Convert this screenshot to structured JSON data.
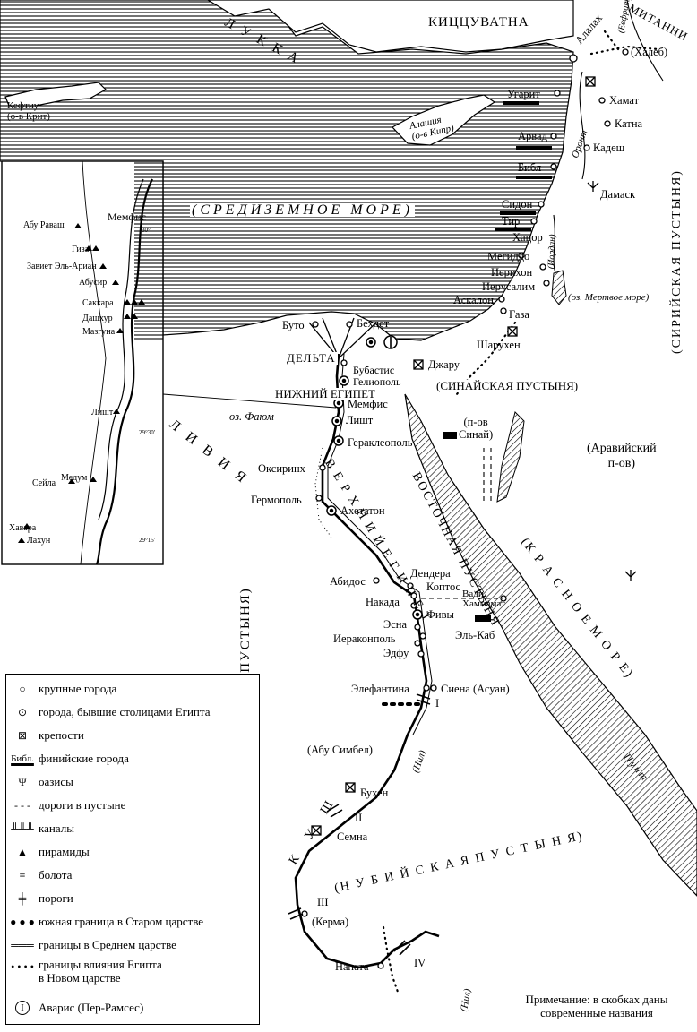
{
  "regions": {
    "lukka": "Л У К К А",
    "kizzuwatna": "КИЦЦУВАТНА",
    "mitanni": "МИТАННИ",
    "kefti": "Кефтиу\n(о-в Крит)",
    "alashia": "Алашия\n(о-в Кипр)",
    "sea_med": "(СРЕДИЗЕМНОЕ МОРЕ)",
    "delta": "ДЕЛЬТА",
    "lower_egypt": "НИЖНИЙ ЕГИПЕТ",
    "upper_egypt": "В Е Р Х Н И Й   Е Г И П Е Т",
    "libya": "Л И В И Я",
    "libyan_desert": "(ЛИВИЙСКАЯ ПУСТЫНЯ)",
    "sinai_desert": "(СИНАЙСКАЯ ПУСТЫНЯ)",
    "sinai_pen": "(п-ов\nСинай)",
    "arabian_pen": "(Аравийский\nп-ов)",
    "eastern_desert": "ВОСТОЧНАЯ ПУСТЫНЯ",
    "red_sea": "(К Р А С Н О Е   М О Р Е)",
    "syrian_desert": "(СИРИЙСКАЯ ПУСТЫНЯ)",
    "nubian_desert": "(Н У Б И Й С К А Я   П У С Т Ы Н Я)",
    "kush": "К У Ш",
    "punt": "Пунт",
    "fayum": "оз. Фаюм",
    "dead_sea": "(оз. Мертвое море)",
    "orontes": "Оронт",
    "euphrates": "(Евфрат)",
    "jordan": "(Иордан)",
    "nile1": "(Нил)",
    "nile2": "(Нил)"
  },
  "places": {
    "alalakh": "Алалах",
    "aleppo": "(Халеб)",
    "ugarit": "Угарит",
    "hamath": "Хамат",
    "qatna": "Катна",
    "arvad": "Арвад",
    "kadesh": "Кадеш",
    "byblos": "Библ",
    "damascus": "Дамаск",
    "sidon": "Сидон",
    "tyre": "Тир",
    "hazor": "Хацор",
    "megiddo": "Мегиддо",
    "jericho": "Иерихон",
    "jerusalem": "Иерусалим",
    "ashkelon": "Аскалон",
    "gaza": "Газа",
    "sharuhen": "Шарухен",
    "buto": "Буто",
    "behdet": "Бехдет",
    "bubastis": "Бубастис",
    "heliopolis": "Гелиополь",
    "djaru": "Джару",
    "memphis": "Мемфис",
    "lisht": "Лишт",
    "herakleopolis": "Гераклеополь",
    "oxyrhynchus": "Оксиринх",
    "hermopolis": "Гермополь",
    "akhetaten": "Ахетатон",
    "abydos": "Абидос",
    "dendera": "Дендера",
    "koptos": "Коптос",
    "naqada": "Накада",
    "wadi_hammamat": "Вади\nХаммамат",
    "thebes": "Фивы",
    "esna": "Эсна",
    "el_kab": "Эль-Каб",
    "hierakonpolis": "Иераконполь",
    "edfu": "Эдфу",
    "elephantine": "Элефантина",
    "syene": "Сиена (Асуан)",
    "abu_simbel": "(Абу Симбел)",
    "buhen": "Бухен",
    "semna": "Семна",
    "kerma": "(Керма)",
    "napata": "Напата",
    "cataract1": "I",
    "cataract2": "II",
    "cataract3": "III",
    "cataract4": "IV"
  },
  "inset": {
    "memphis": "Мемфис",
    "abu_rawash": "Абу Раваш",
    "giza": "Гиза",
    "zawiyet": "Завиет Эль-Ариан",
    "abusir": "Абусир",
    "saqqara": "Саккара",
    "dahshur": "Дашхур",
    "mazghuna": "Мазгуна",
    "lisht": "Лишт",
    "meidum": "Медум",
    "seila": "Сейла",
    "hawara": "Хавара",
    "lahun": "Лахун",
    "lat1": "30°",
    "lat2": "29°30'",
    "lat3": "29°15'"
  },
  "legend": {
    "items": [
      {
        "symbol": "circle",
        "label": "крупные города"
      },
      {
        "symbol": "capital",
        "label": "города, бывшие столицами Египта"
      },
      {
        "symbol": "fortress",
        "label": "крепости"
      },
      {
        "symbol": "phoenician",
        "symbol_text": "Библ.",
        "label": "финийские города"
      },
      {
        "symbol": "oasis",
        "label": "оазисы"
      },
      {
        "symbol": "road",
        "label": "дороги в пустыне"
      },
      {
        "symbol": "canal",
        "label": "каналы"
      },
      {
        "symbol": "pyramid",
        "label": "пирамиды"
      },
      {
        "symbol": "swamp",
        "label": "болота"
      },
      {
        "symbol": "cataract",
        "label": "пороги"
      },
      {
        "symbol": "old_border",
        "label": "южная граница в Старом царстве"
      },
      {
        "symbol": "middle_border",
        "label": "границы в Среднем царстве"
      },
      {
        "symbol": "new_border",
        "label": "границы влияния Египта\nв Новом царстве"
      },
      {
        "symbol": "avaris",
        "symbol_text": "I",
        "label": "Аварис (Пер-Рамсес)"
      }
    ]
  },
  "note": "Примечание: в скобках даны\nсовременные названия"
}
